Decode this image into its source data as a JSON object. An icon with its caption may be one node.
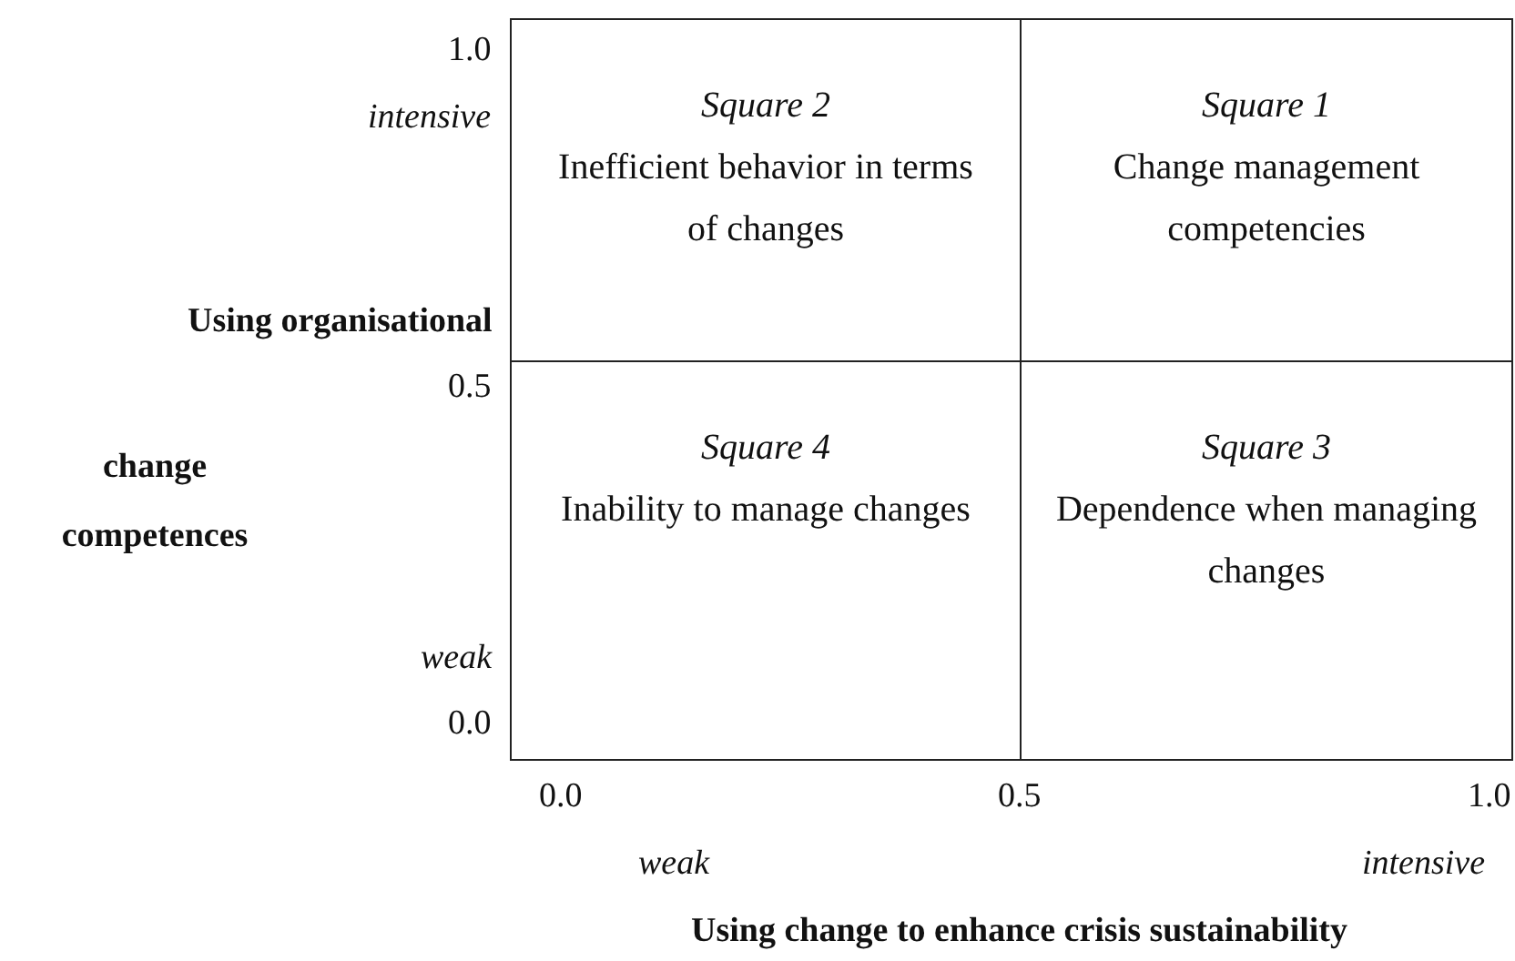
{
  "diagram": {
    "nodes": [
      {
        "text": [
          "Square 2",
          "Inefficient behavior in terms of changes"
        ]
      },
      {
        "text": [
          "Square 1",
          "Change management competencies"
        ]
      },
      {
        "text": [
          "Square 4",
          "Inability to manage changes"
        ]
      },
      {
        "text": [
          "Square 3",
          "Dependence when managing changes"
        ]
      }
    ],
    "labels": [
      "1.0",
      "intensive",
      "Using organisational",
      "0.5",
      "change competences",
      "weak",
      "0.0",
      "0.0",
      "0.5",
      "1.0",
      "weak",
      "intensive",
      "Using change to enhance crisis sustainability"
    ]
  }
}
